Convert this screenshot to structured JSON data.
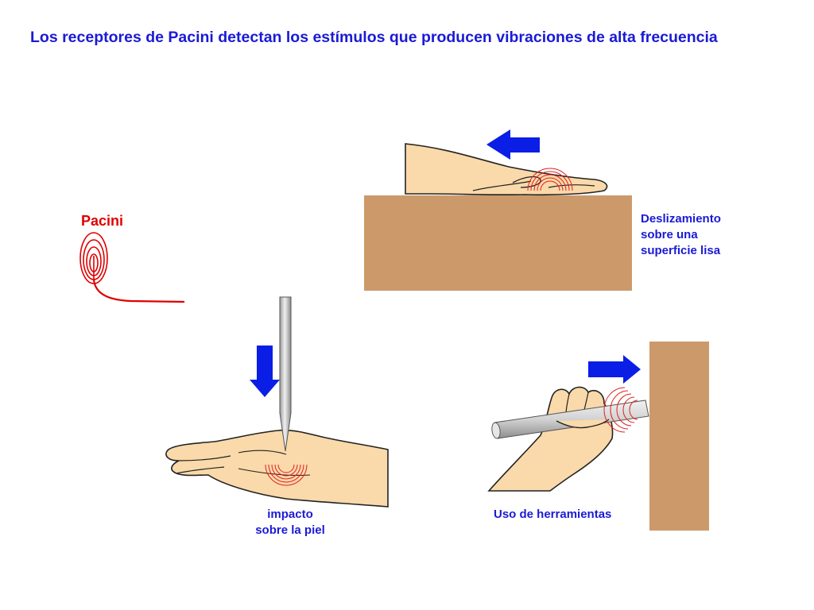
{
  "title": "Los receptores de Pacini detectan los estímulos que producen vibraciones de alta frecuencia",
  "labels": {
    "pacini": "Pacini",
    "sliding_line1": "Deslizamiento",
    "sliding_line2": "sobre una",
    "sliding_line3": "superficie lisa",
    "impact_line1": "impacto",
    "impact_line2": "sobre la piel",
    "tools": "Uso de herramientas"
  },
  "colors": {
    "title": "#1a1ad6",
    "pacini": "#e00000",
    "surface": "#cc9a6a",
    "arrow": "#0a1ee6",
    "skin": "#fad9aa",
    "vibration": "#e02020"
  }
}
